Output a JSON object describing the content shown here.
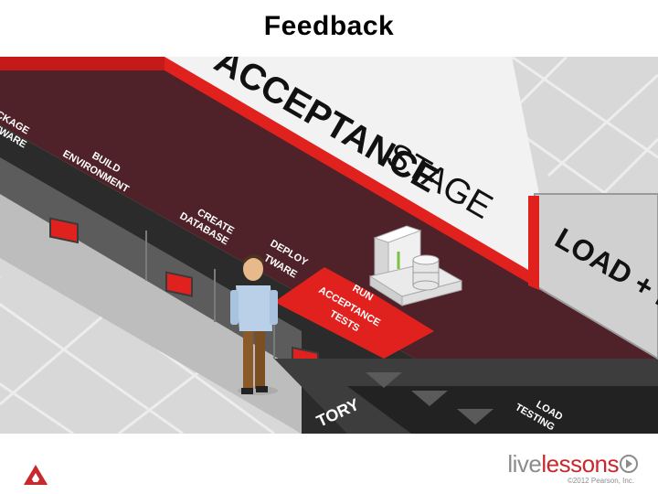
{
  "slide": {
    "title": "Feedback"
  },
  "pipeline": {
    "stage_banner": {
      "bold": "ACCEPTANCE",
      "regular": "STAGE"
    },
    "next_stage_banner": "LOAD + P",
    "steps": {
      "package_software_line1": "CKAGE",
      "package_software_line2": "TWARE",
      "build_environment_line1": "BUILD",
      "build_environment_line2": "ENVIRONMENT",
      "create_database_line1": "CREATE",
      "create_database_line2": "DATABASE",
      "deploy_software_line1": "DEPLOY",
      "deploy_software_line2": "TWARE",
      "run_acceptance_tests_line1": "RUN",
      "run_acceptance_tests_line2": "ACCEPTANCE",
      "run_acceptance_tests_line3": "TESTS",
      "load_testing_line1": "LOAD",
      "load_testing_line2": "TESTING",
      "history_label": "TORY"
    }
  },
  "footer": {
    "brand_live": "live",
    "brand_lessons": "lessons",
    "copyright": "©2012 Pearson, Inc."
  },
  "colors": {
    "accent_red": "#e1211e",
    "dark_belt": "#2b2b2b",
    "maroon_lane": "#4e2228",
    "floor_tile": "#dcdcdc",
    "person_shirt": "#b9d0e8",
    "person_pants": "#8a5a28"
  },
  "icons": [
    "publisher-logo-icon",
    "play-circle-icon",
    "server-icon",
    "database-icon"
  ]
}
